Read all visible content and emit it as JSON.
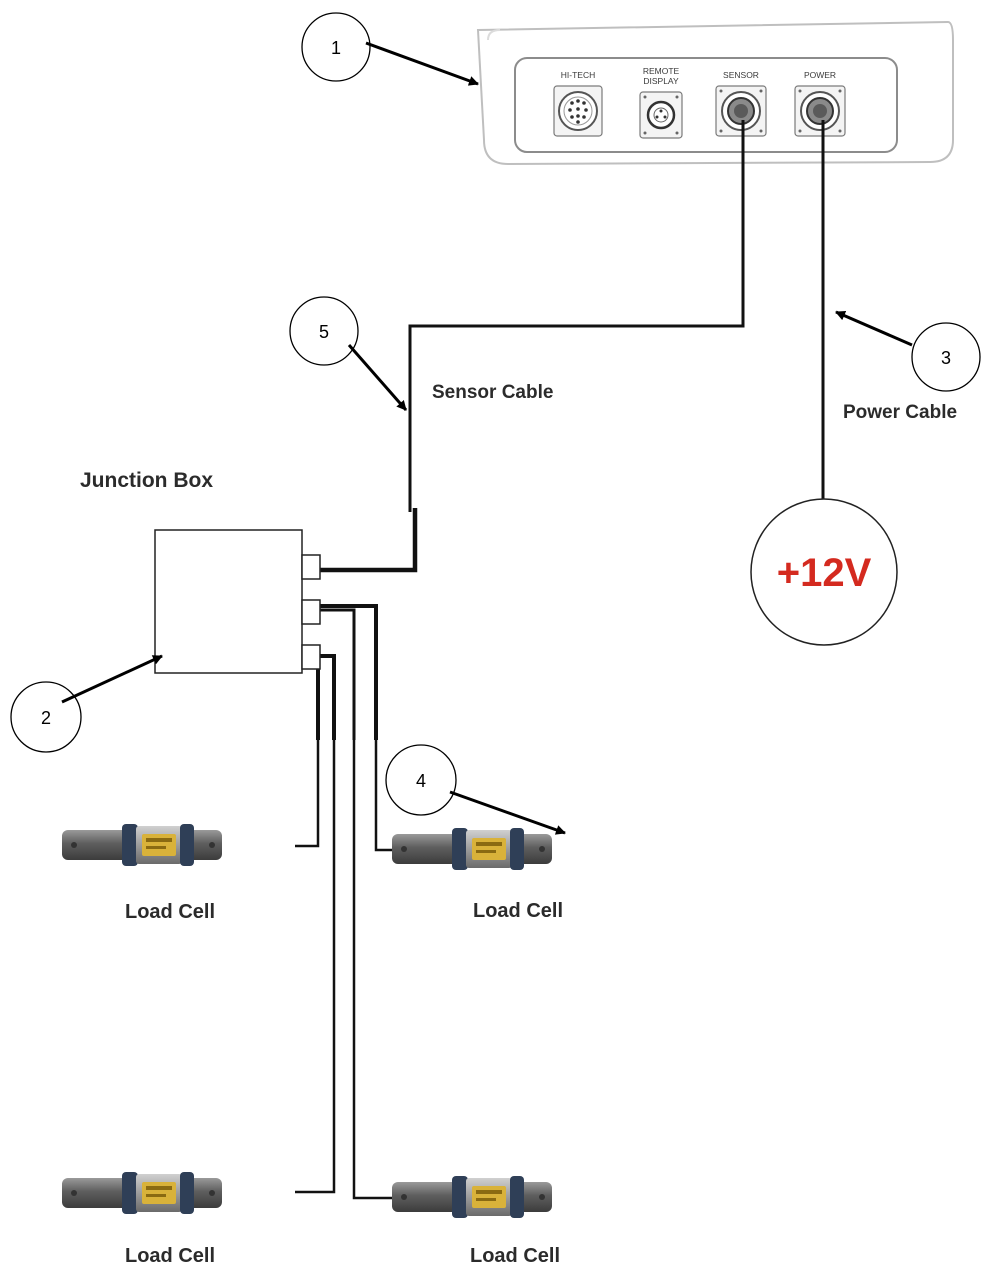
{
  "display_unit": {
    "ports": [
      {
        "label_lines": [
          "HI-TECH"
        ]
      },
      {
        "label_lines": [
          "REMOTE",
          "DISPLAY"
        ]
      },
      {
        "label_lines": [
          "SENSOR"
        ]
      },
      {
        "label_lines": [
          "POWER"
        ]
      }
    ]
  },
  "labels": {
    "junction_box": "Junction Box",
    "sensor_cable": "Sensor Cable",
    "power_cable": "Power Cable",
    "power_source": "+12V",
    "load_cells": [
      "Load Cell",
      "Load Cell",
      "Load Cell",
      "Load Cell"
    ]
  },
  "callouts": [
    "1",
    "2",
    "3",
    "4",
    "5"
  ],
  "colors": {
    "cable": "#111111",
    "power_text": "#d42a1f",
    "load_cell_body": "#6b6b6b",
    "load_cell_label": "#d9b23a"
  }
}
